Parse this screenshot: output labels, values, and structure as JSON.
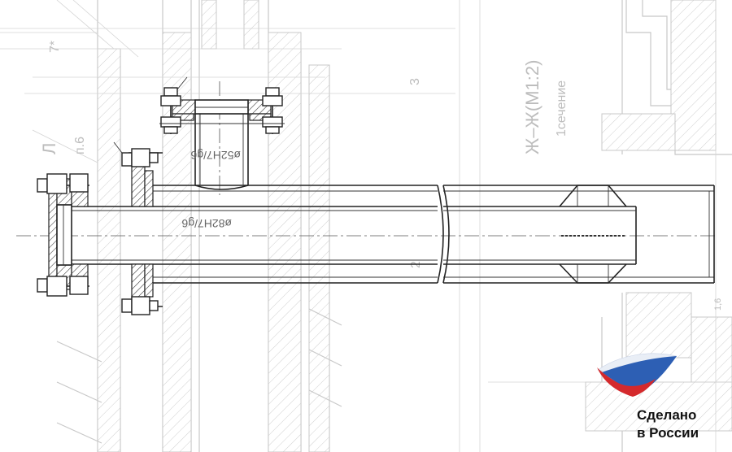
{
  "drawing": {
    "dim_main_bore": "ø82H7/g6",
    "dim_branch_bore": "ø52H7/g6",
    "section_label": "Ж–Ж(М1:2)",
    "section_caption": "1сечение",
    "note_3": "3",
    "note_2": "2",
    "note_7": "7*",
    "note_p6": "п.6",
    "note_L": "Л",
    "note_16": "1,6"
  },
  "logo": {
    "line1": "Сделано",
    "line2": "в России",
    "colors": {
      "white": "#ffffff",
      "blue": "#2d5fb4",
      "red": "#d4292c"
    }
  }
}
